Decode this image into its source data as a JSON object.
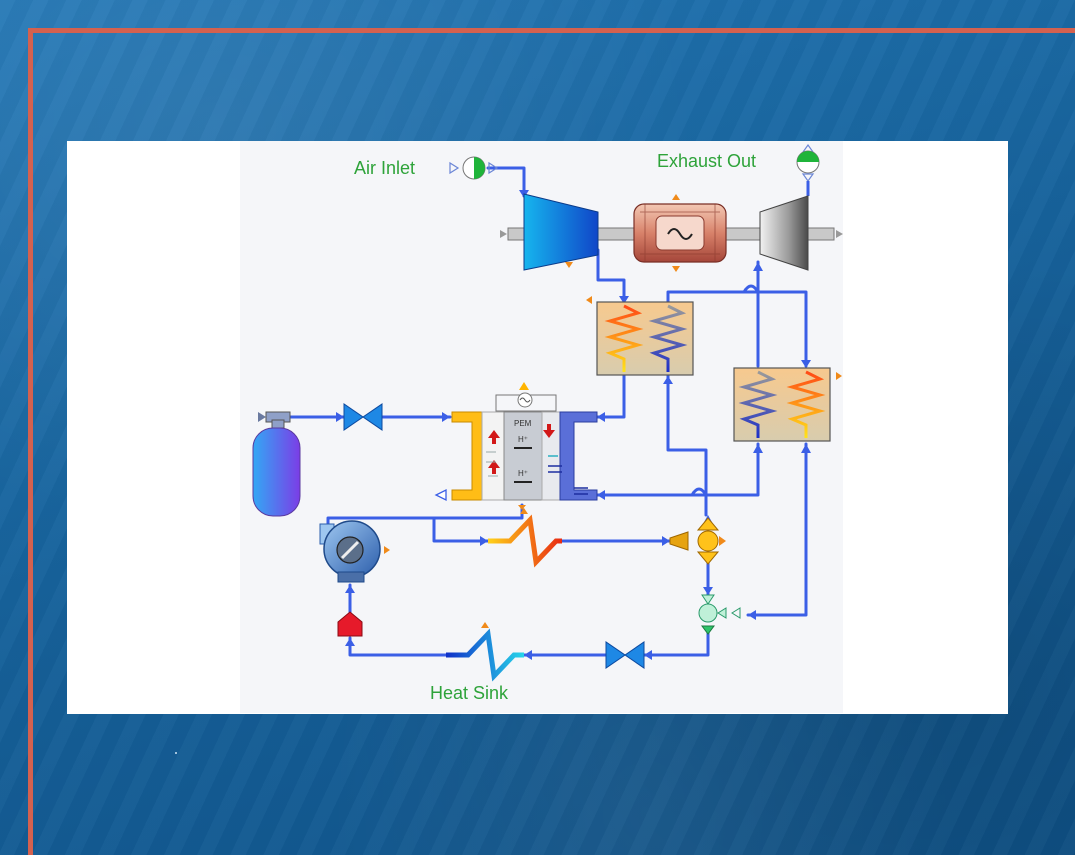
{
  "labels": {
    "air_inlet": "Air Inlet",
    "exhaust_out": "Exhaust Out",
    "heat_sink": "Heat Sink",
    "pem": "PEM",
    "h_plus_top": "H⁺",
    "h_plus_bottom": "H⁺"
  },
  "colors": {
    "background": "#1a6aa6",
    "frame": "#d4614f",
    "panel": "#ffffff",
    "pipe": "#3b5fe6",
    "label": "#2ea33a"
  },
  "icons": [
    "hydrogen-tank-icon",
    "valve-icon",
    "compressor-icon",
    "generator-icon",
    "turbine-icon",
    "heat-exchanger-icon",
    "fuel-cell-icon",
    "pump-icon",
    "mixer-icon",
    "splitter-icon",
    "heater-coil-icon"
  ]
}
